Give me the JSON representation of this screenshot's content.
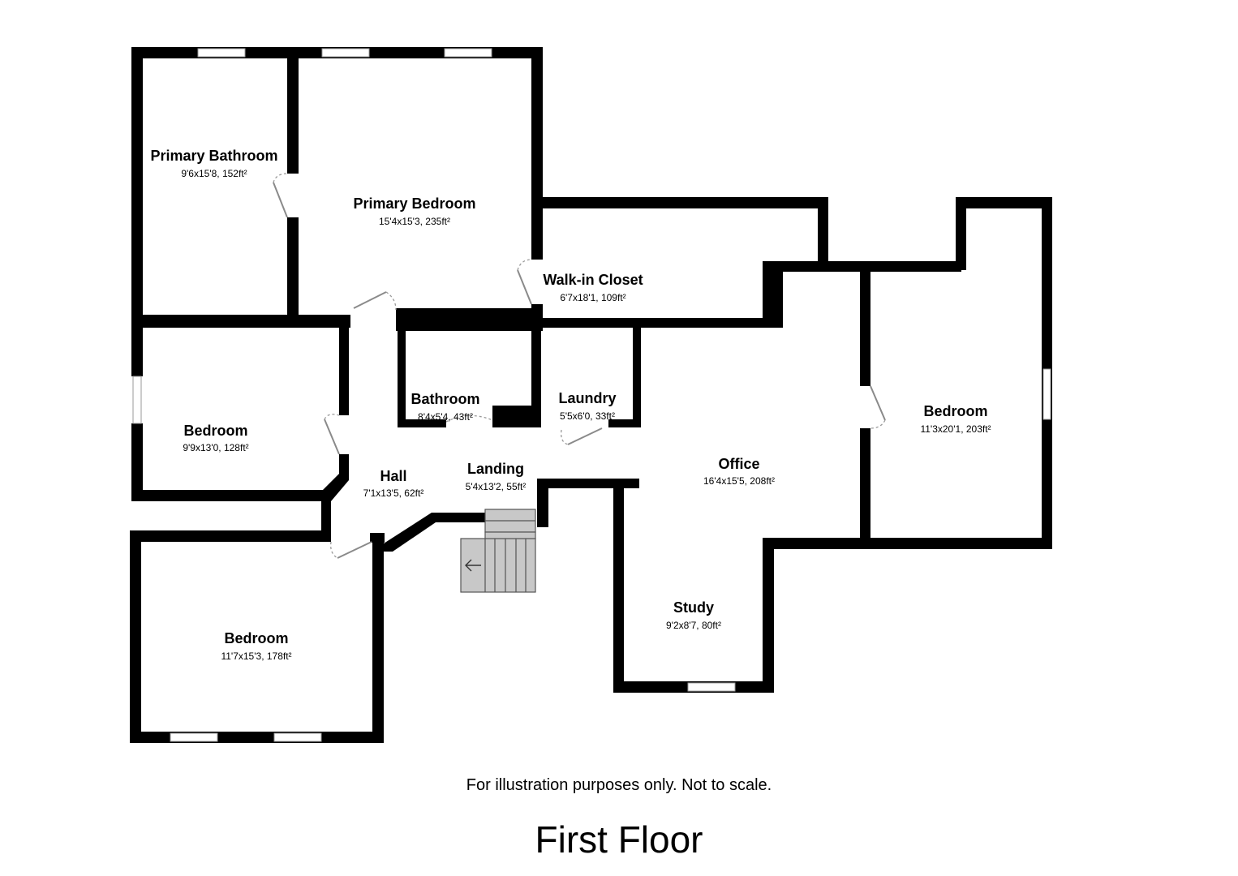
{
  "rooms": {
    "primary_bathroom": {
      "name": "Primary Bathroom",
      "dims": "9'6x15'8, 152ft²"
    },
    "primary_bedroom": {
      "name": "Primary Bedroom",
      "dims": "15'4x15'3, 235ft²"
    },
    "walk_in_closet": {
      "name": "Walk-in Closet",
      "dims": "6'7x18'1, 109ft²"
    },
    "bedroom_west": {
      "name": "Bedroom",
      "dims": "9'9x13'0, 128ft²"
    },
    "bathroom": {
      "name": "Bathroom",
      "dims": "8'4x5'4, 43ft²"
    },
    "laundry": {
      "name": "Laundry",
      "dims": "5'5x6'0, 33ft²"
    },
    "hall": {
      "name": "Hall",
      "dims": "7'1x13'5, 62ft²"
    },
    "landing": {
      "name": "Landing",
      "dims": "5'4x13'2, 55ft²"
    },
    "office": {
      "name": "Office",
      "dims": "16'4x15'5, 208ft²"
    },
    "bedroom_east": {
      "name": "Bedroom",
      "dims": "11'3x20'1, 203ft²"
    },
    "bedroom_southwest": {
      "name": "Bedroom",
      "dims": "11'7x15'3, 178ft²"
    },
    "study": {
      "name": "Study",
      "dims": "9'2x8'7, 80ft²"
    }
  },
  "footer": {
    "disclaimer": "For illustration purposes only. Not to scale.",
    "floor_label": "First Floor"
  },
  "colors": {
    "wall": "#000000",
    "stair": "#c8c8c8",
    "door": "#8a8a8a",
    "background": "#ffffff"
  }
}
